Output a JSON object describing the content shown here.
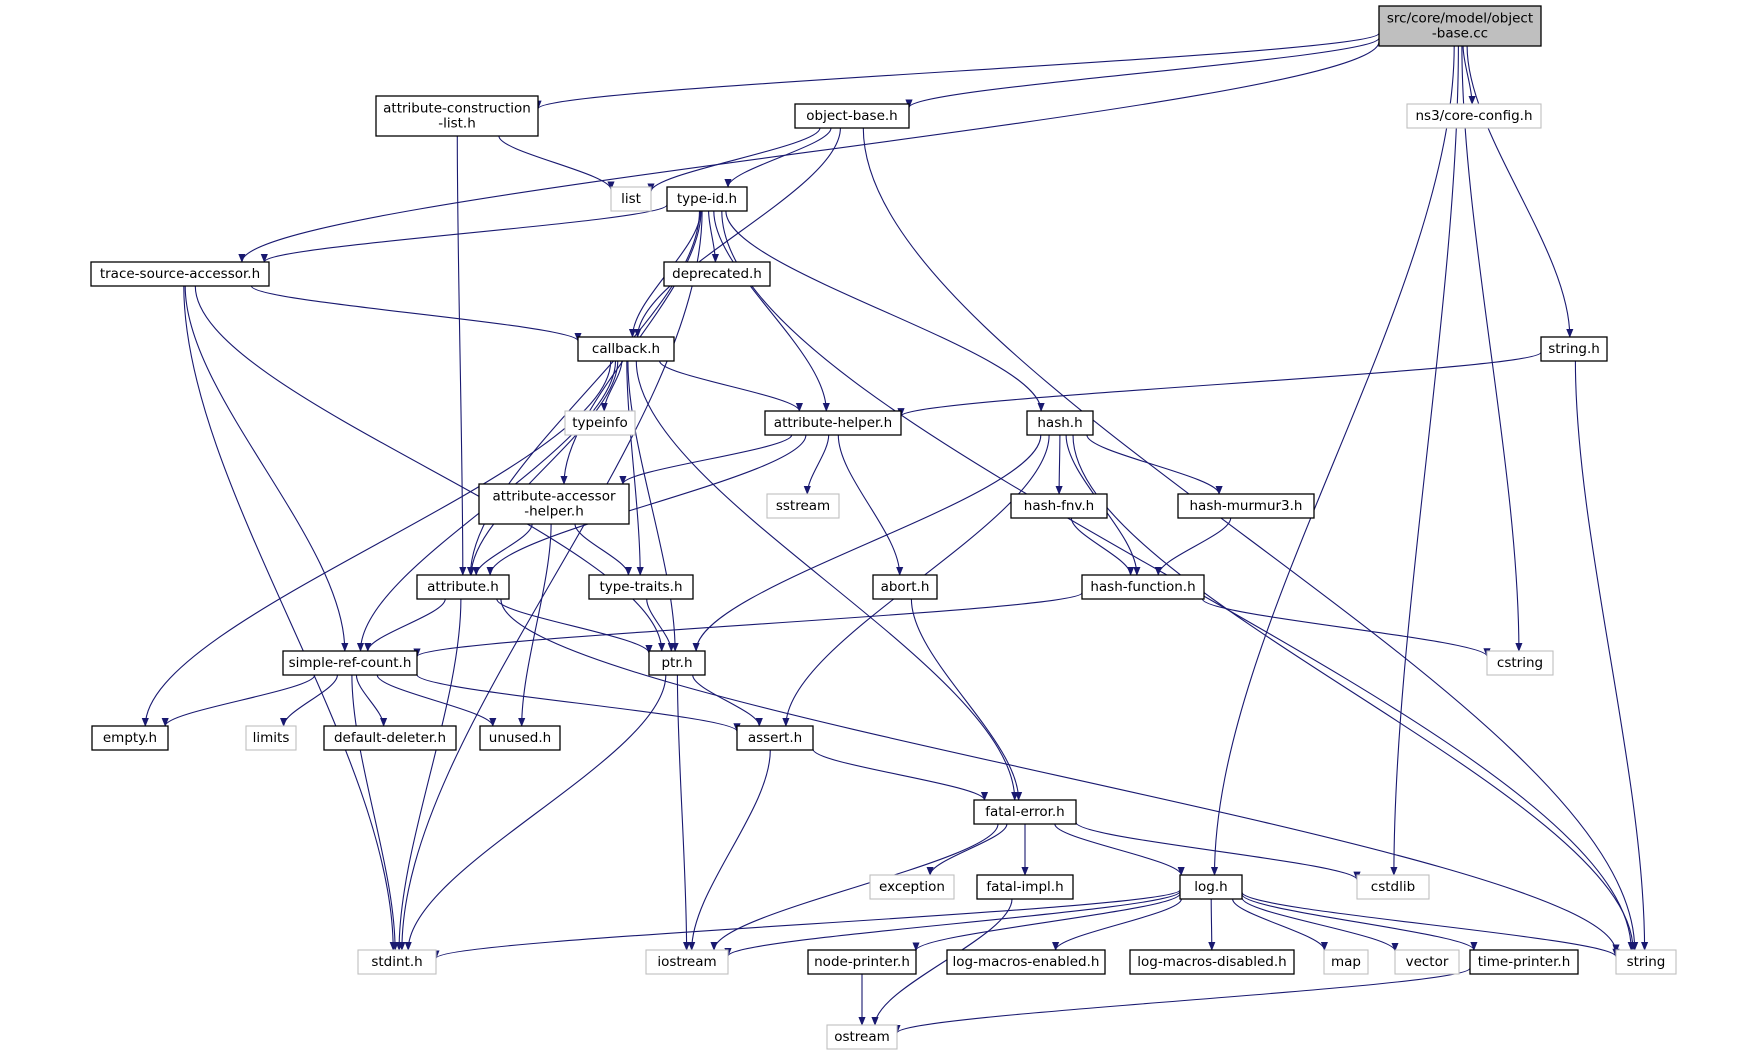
{
  "colors": {
    "edge": "#191970",
    "root_fill": "#bfbfbf",
    "system_border": "#bfbfbf",
    "local_border": "#000000"
  },
  "nodes": [
    {
      "id": "root",
      "lines": [
        "src/core/model/object",
        "-base.cc"
      ],
      "kind": "root"
    },
    {
      "id": "acl",
      "lines": [
        "attribute-construction",
        "-list.h"
      ],
      "kind": "local"
    },
    {
      "id": "objbase",
      "lines": [
        "object-base.h"
      ],
      "kind": "local"
    },
    {
      "id": "coreconfig",
      "lines": [
        "ns3/core-config.h"
      ],
      "kind": "system"
    },
    {
      "id": "list",
      "lines": [
        "list"
      ],
      "kind": "system"
    },
    {
      "id": "typeid",
      "lines": [
        "type-id.h"
      ],
      "kind": "local"
    },
    {
      "id": "tsa",
      "lines": [
        "trace-source-accessor.h"
      ],
      "kind": "local"
    },
    {
      "id": "deprecated",
      "lines": [
        "deprecated.h"
      ],
      "kind": "local"
    },
    {
      "id": "callback",
      "lines": [
        "callback.h"
      ],
      "kind": "local"
    },
    {
      "id": "stringh",
      "lines": [
        "string.h"
      ],
      "kind": "local"
    },
    {
      "id": "typeinfo",
      "lines": [
        "typeinfo"
      ],
      "kind": "system"
    },
    {
      "id": "attrhelper",
      "lines": [
        "attribute-helper.h"
      ],
      "kind": "local"
    },
    {
      "id": "hash",
      "lines": [
        "hash.h"
      ],
      "kind": "local"
    },
    {
      "id": "aah",
      "lines": [
        "attribute-accessor",
        "-helper.h"
      ],
      "kind": "local"
    },
    {
      "id": "sstream",
      "lines": [
        "sstream"
      ],
      "kind": "system"
    },
    {
      "id": "hashfnv",
      "lines": [
        "hash-fnv.h"
      ],
      "kind": "local"
    },
    {
      "id": "hashmurmur",
      "lines": [
        "hash-murmur3.h"
      ],
      "kind": "local"
    },
    {
      "id": "attribute",
      "lines": [
        "attribute.h"
      ],
      "kind": "local"
    },
    {
      "id": "typetraits",
      "lines": [
        "type-traits.h"
      ],
      "kind": "local"
    },
    {
      "id": "abort",
      "lines": [
        "abort.h"
      ],
      "kind": "local"
    },
    {
      "id": "hashfunc",
      "lines": [
        "hash-function.h"
      ],
      "kind": "local"
    },
    {
      "id": "src",
      "lines": [
        "simple-ref-count.h"
      ],
      "kind": "local"
    },
    {
      "id": "ptr",
      "lines": [
        "ptr.h"
      ],
      "kind": "local"
    },
    {
      "id": "cstring",
      "lines": [
        "cstring"
      ],
      "kind": "system"
    },
    {
      "id": "empty",
      "lines": [
        "empty.h"
      ],
      "kind": "local"
    },
    {
      "id": "limits",
      "lines": [
        "limits"
      ],
      "kind": "system"
    },
    {
      "id": "defdel",
      "lines": [
        "default-deleter.h"
      ],
      "kind": "local"
    },
    {
      "id": "unused",
      "lines": [
        "unused.h"
      ],
      "kind": "local"
    },
    {
      "id": "assert",
      "lines": [
        "assert.h"
      ],
      "kind": "local"
    },
    {
      "id": "fatalerror",
      "lines": [
        "fatal-error.h"
      ],
      "kind": "local"
    },
    {
      "id": "exception",
      "lines": [
        "exception"
      ],
      "kind": "system"
    },
    {
      "id": "fatalimpl",
      "lines": [
        "fatal-impl.h"
      ],
      "kind": "local"
    },
    {
      "id": "log",
      "lines": [
        "log.h"
      ],
      "kind": "local"
    },
    {
      "id": "cstdlib",
      "lines": [
        "cstdlib"
      ],
      "kind": "system"
    },
    {
      "id": "stdint",
      "lines": [
        "stdint.h"
      ],
      "kind": "system"
    },
    {
      "id": "iostream",
      "lines": [
        "iostream"
      ],
      "kind": "system"
    },
    {
      "id": "nodeprinter",
      "lines": [
        "node-printer.h"
      ],
      "kind": "local"
    },
    {
      "id": "lme",
      "lines": [
        "log-macros-enabled.h"
      ],
      "kind": "local"
    },
    {
      "id": "lmd",
      "lines": [
        "log-macros-disabled.h"
      ],
      "kind": "local"
    },
    {
      "id": "map",
      "lines": [
        "map"
      ],
      "kind": "system"
    },
    {
      "id": "vector",
      "lines": [
        "vector"
      ],
      "kind": "system"
    },
    {
      "id": "timeprinter",
      "lines": [
        "time-printer.h"
      ],
      "kind": "local"
    },
    {
      "id": "string",
      "lines": [
        "string"
      ],
      "kind": "system"
    },
    {
      "id": "ostream",
      "lines": [
        "ostream"
      ],
      "kind": "system"
    }
  ],
  "edges": [
    [
      "root",
      "acl"
    ],
    [
      "root",
      "objbase"
    ],
    [
      "root",
      "coreconfig"
    ],
    [
      "root",
      "tsa"
    ],
    [
      "root",
      "stringh"
    ],
    [
      "root",
      "log"
    ],
    [
      "root",
      "cstring"
    ],
    [
      "root",
      "cstdlib"
    ],
    [
      "acl",
      "list"
    ],
    [
      "acl",
      "attribute"
    ],
    [
      "objbase",
      "list"
    ],
    [
      "objbase",
      "typeid"
    ],
    [
      "objbase",
      "callback"
    ],
    [
      "objbase",
      "string"
    ],
    [
      "typeid",
      "tsa"
    ],
    [
      "typeid",
      "deprecated"
    ],
    [
      "typeid",
      "callback"
    ],
    [
      "typeid",
      "attrhelper"
    ],
    [
      "typeid",
      "hash"
    ],
    [
      "typeid",
      "aah"
    ],
    [
      "typeid",
      "attribute"
    ],
    [
      "typeid",
      "stdint"
    ],
    [
      "typeid",
      "string"
    ],
    [
      "tsa",
      "callback"
    ],
    [
      "tsa",
      "src"
    ],
    [
      "tsa",
      "ptr"
    ],
    [
      "tsa",
      "stdint"
    ],
    [
      "callback",
      "typeinfo"
    ],
    [
      "callback",
      "attrhelper"
    ],
    [
      "callback",
      "attribute"
    ],
    [
      "callback",
      "typetraits"
    ],
    [
      "callback",
      "ptr"
    ],
    [
      "callback",
      "src"
    ],
    [
      "callback",
      "empty"
    ],
    [
      "callback",
      "fatalerror"
    ],
    [
      "stringh",
      "attrhelper"
    ],
    [
      "stringh",
      "string"
    ],
    [
      "attrhelper",
      "aah"
    ],
    [
      "attrhelper",
      "attribute"
    ],
    [
      "attrhelper",
      "sstream"
    ],
    [
      "attrhelper",
      "abort"
    ],
    [
      "hash",
      "hashfnv"
    ],
    [
      "hash",
      "hashmurmur"
    ],
    [
      "hash",
      "hashfunc"
    ],
    [
      "hash",
      "ptr"
    ],
    [
      "hash",
      "assert"
    ],
    [
      "hash",
      "string"
    ],
    [
      "aah",
      "attribute"
    ],
    [
      "aah",
      "typetraits"
    ],
    [
      "aah",
      "unused"
    ],
    [
      "hashfnv",
      "hashfunc"
    ],
    [
      "hashmurmur",
      "hashfunc"
    ],
    [
      "hashfunc",
      "src"
    ],
    [
      "hashfunc",
      "cstring"
    ],
    [
      "attribute",
      "src"
    ],
    [
      "attribute",
      "ptr"
    ],
    [
      "attribute",
      "stdint"
    ],
    [
      "attribute",
      "string"
    ],
    [
      "typetraits",
      "ptr"
    ],
    [
      "abort",
      "fatalerror"
    ],
    [
      "src",
      "empty"
    ],
    [
      "src",
      "limits"
    ],
    [
      "src",
      "defdel"
    ],
    [
      "src",
      "unused"
    ],
    [
      "src",
      "assert"
    ],
    [
      "src",
      "stdint"
    ],
    [
      "ptr",
      "assert"
    ],
    [
      "ptr",
      "iostream"
    ],
    [
      "ptr",
      "stdint"
    ],
    [
      "assert",
      "fatalerror"
    ],
    [
      "assert",
      "iostream"
    ],
    [
      "fatalerror",
      "exception"
    ],
    [
      "fatalerror",
      "fatalimpl"
    ],
    [
      "fatalerror",
      "log"
    ],
    [
      "fatalerror",
      "cstdlib"
    ],
    [
      "fatalerror",
      "iostream"
    ],
    [
      "fatalimpl",
      "ostream"
    ],
    [
      "log",
      "stdint"
    ],
    [
      "log",
      "iostream"
    ],
    [
      "log",
      "nodeprinter"
    ],
    [
      "log",
      "lme"
    ],
    [
      "log",
      "lmd"
    ],
    [
      "log",
      "map"
    ],
    [
      "log",
      "vector"
    ],
    [
      "log",
      "timeprinter"
    ],
    [
      "log",
      "string"
    ],
    [
      "nodeprinter",
      "ostream"
    ],
    [
      "timeprinter",
      "ostream"
    ]
  ]
}
